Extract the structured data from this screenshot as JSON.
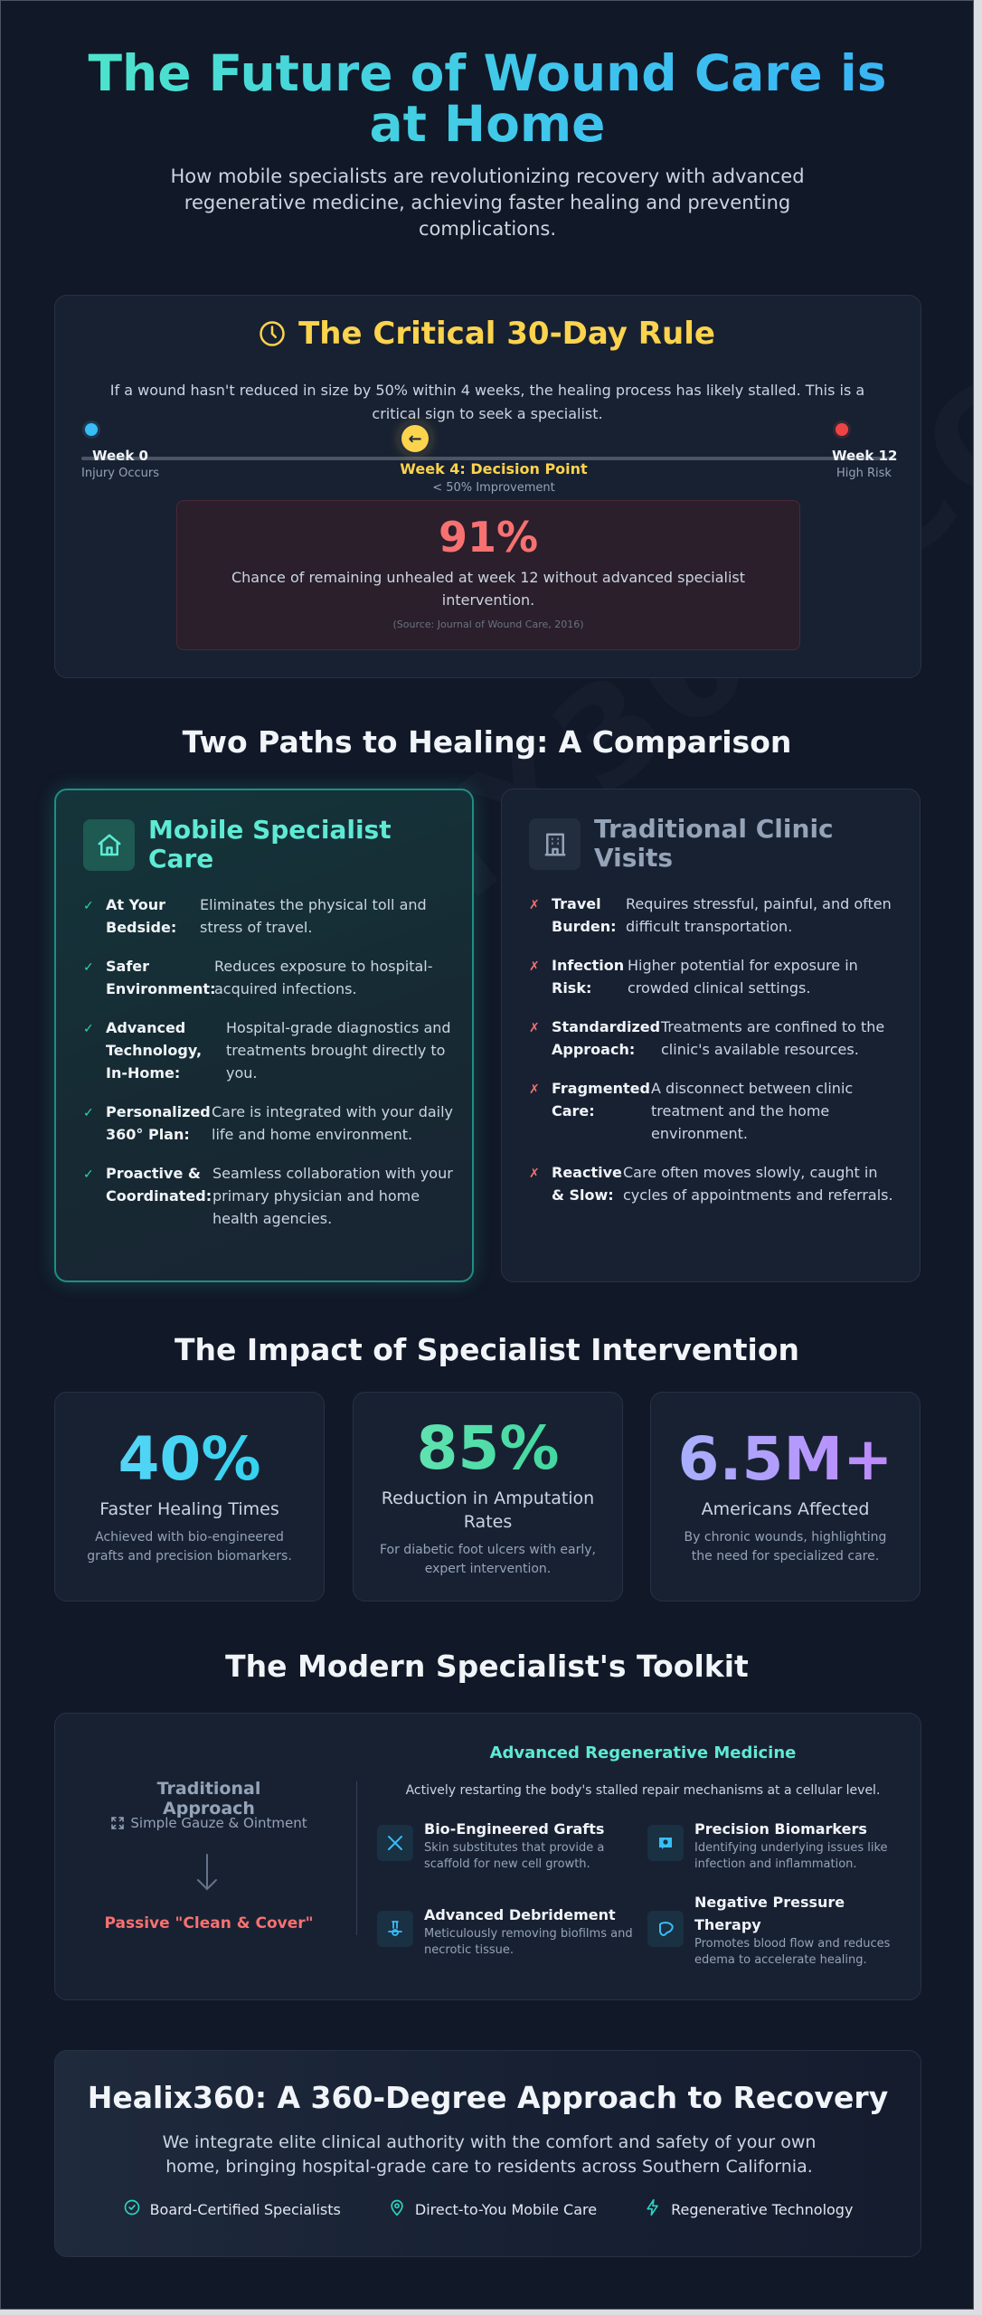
{
  "hero": {
    "title": "The Future of Wound Care is at Home",
    "subtitle": "How mobile specialists are revolutionizing recovery with advanced regenerative medicine, achieving faster healing and preventing complications."
  },
  "watermark": "HEALIX360.COM",
  "rule": {
    "icon": "clock-icon",
    "title": "The Critical 30-Day Rule",
    "description": "If a wound hasn't reduced in size by 50% within 4 weeks, the healing process has likely stalled. This is a critical sign to seek a specialist.",
    "timeline": {
      "start": {
        "label": "Week 0",
        "sub": "Injury Occurs",
        "color": "#38bdf8"
      },
      "mid": {
        "label": "Week 4: Decision Point",
        "sub": "< 50% Improvement",
        "icon": "arrow-left-icon",
        "glyph": "←",
        "color": "#fcd34d"
      },
      "end": {
        "label": "Week 12",
        "sub": "High Risk",
        "color": "#ef4444"
      }
    },
    "stat": {
      "value": "91%",
      "text": "Chance of remaining unhealed at week 12 without advanced specialist intervention.",
      "source": "(Source: Journal of Wound Care, 2016)"
    }
  },
  "comparison": {
    "heading": "Two Paths to Healing: A Comparison",
    "mobile": {
      "icon": "home-icon",
      "title": "Mobile Specialist Care",
      "mark": "✓",
      "items": [
        {
          "key": "At Your\nBedside:",
          "value": "Eliminates the physical toll and stress of travel.",
          "key_w": 104
        },
        {
          "key": "Safer\nEnvironment:",
          "value": "Reduces exposure to hospital-acquired infections.",
          "key_w": 120
        },
        {
          "key": "Advanced\nTechnology,\nIn-Home:",
          "value": "Hospital-grade diagnostics and treatments brought directly to you.",
          "key_w": 133
        },
        {
          "key": "Personalized\n360° Plan:",
          "value": "Care is integrated with your daily life and home environment.",
          "key_w": 117
        },
        {
          "key": "Proactive &\nCoordinated:",
          "value": "Seamless collaboration with your primary physician and home health agencies.",
          "key_w": 118
        }
      ]
    },
    "clinic": {
      "icon": "building-icon",
      "title": "Traditional Clinic Visits",
      "mark": "✗",
      "items": [
        {
          "key": "Travel\nBurden:",
          "value": "Requires stressful, painful, and often difficult transportation.",
          "key_w": 82
        },
        {
          "key": "Infection\nRisk:",
          "value": "Higher potential for exposure in crowded clinical settings.",
          "key_w": 84
        },
        {
          "key": "Standardized\nApproach:",
          "value": "Treatments are confined to the clinic's available resources.",
          "key_w": 121
        },
        {
          "key": "Fragmented\nCare:",
          "value": "A disconnect between clinic treatment and the home environment.",
          "key_w": 110
        },
        {
          "key": "Reactive\n& Slow:",
          "value": "Care often moves slowly, caught in cycles of appointments and referrals.",
          "key_w": 79
        }
      ]
    }
  },
  "impact": {
    "heading": "The Impact of Specialist Intervention",
    "stats": [
      {
        "value": "40%",
        "label": "Faster Healing Times",
        "desc": "Achieved with bio-engineered grafts and precision biomarkers.",
        "gradient": [
          "#67d4f8",
          "#22d3ee"
        ]
      },
      {
        "value": "85%",
        "label": "Reduction in Amputation Rates",
        "desc": "For diabetic foot ulcers with early, expert intervention.",
        "gradient": [
          "#6ee7b7",
          "#34d399"
        ]
      },
      {
        "value": "6.5M+",
        "label": "Americans Affected",
        "desc": "By chronic wounds, highlighting the need for specialized care.",
        "gradient": [
          "#a5b4fc",
          "#c084fc"
        ]
      }
    ]
  },
  "toolkit": {
    "heading": "The Modern Specialist's Toolkit",
    "traditional": {
      "title": "Traditional Approach",
      "item_icon": "expand-icon",
      "item": "Simple Gauze & Ointment",
      "arrow_icon": "arrow-down-icon",
      "result": "Passive \"Clean & Cover\""
    },
    "advanced": {
      "title": "Advanced Regenerative Medicine",
      "subtitle": "Actively restarting the body's stalled repair mechanisms at a cellular level.",
      "items": [
        {
          "icon": "dna-cross-icon",
          "name": "Bio-Engineered Grafts",
          "desc": "Skin substitutes that provide a scaffold for new cell growth."
        },
        {
          "icon": "biomarker-chip-icon",
          "name": "Precision Biomarkers",
          "desc": "Identifying underlying issues like infection and inflammation."
        },
        {
          "icon": "flask-icon",
          "name": "Advanced Debridement",
          "desc": "Meticulously removing biofilms and necrotic tissue."
        },
        {
          "icon": "bandage-icon",
          "name": "Negative Pressure Therapy",
          "desc": "Promotes blood flow and reduces edema to accelerate healing."
        }
      ]
    }
  },
  "footer": {
    "title": "Healix360: A 360-Degree Approach to Recovery",
    "subtitle": "We integrate elite clinical authority with the comfort and safety of your own home, bringing hospital-grade care to residents across Southern California.",
    "badges": [
      {
        "icon": "check-circle-icon",
        "label": "Board-Certified Specialists"
      },
      {
        "icon": "map-pin-icon",
        "label": "Direct-to-You Mobile Care"
      },
      {
        "icon": "lightning-icon",
        "label": "Regenerative Technology"
      }
    ]
  },
  "colors": {
    "background": "#111827",
    "card": "#182132",
    "teal": "#5eead4",
    "yellow": "#fcd34d",
    "red": "#f87171"
  }
}
